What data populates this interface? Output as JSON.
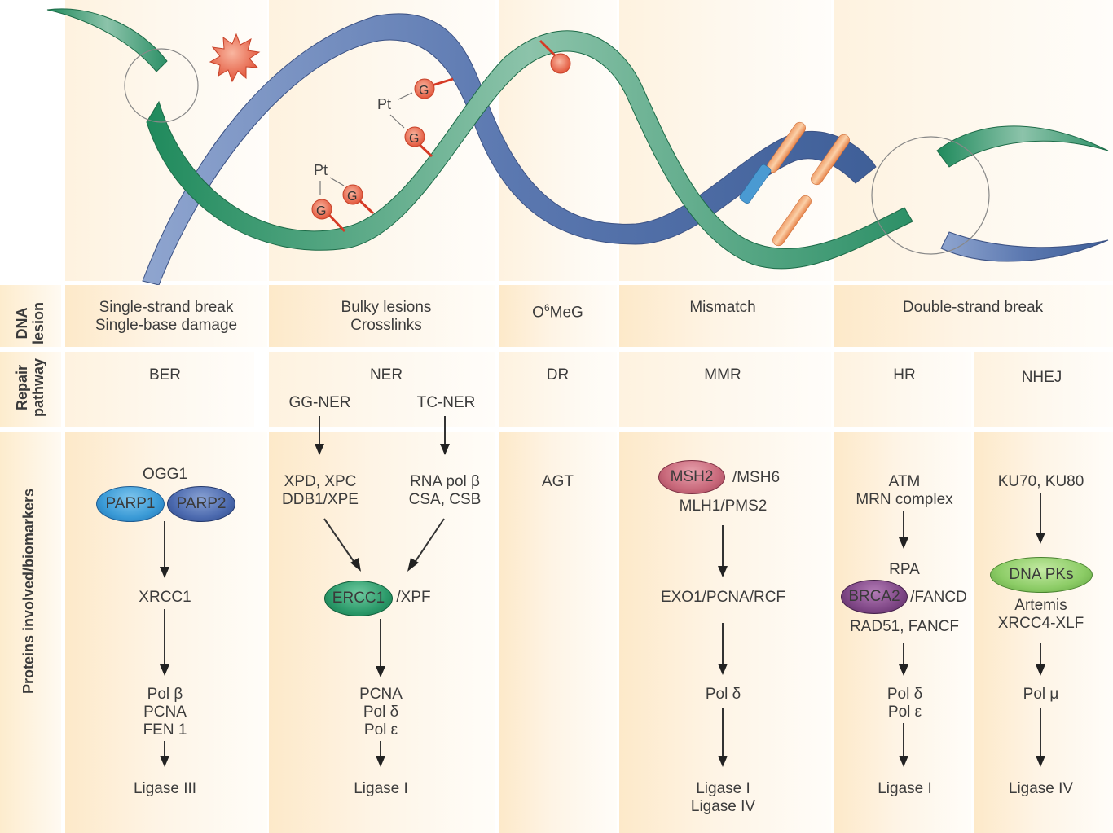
{
  "row_labels": {
    "lesion": [
      "DNA",
      "lesion"
    ],
    "pathway": [
      "Repair",
      "pathway"
    ],
    "proteins": "Proteins involved/biomarkers"
  },
  "illustration": {
    "labels": {
      "pt1": "Pt",
      "pt2": "Pt",
      "g": "G"
    }
  },
  "columns": {
    "ber": {
      "lesion": [
        "Single-strand break",
        "Single-base damage"
      ],
      "pathway": "BER",
      "proteins": {
        "top": "OGG1",
        "oval1": "PARP1",
        "oval2": "PARP2",
        "step2": "XRCC1",
        "step3": [
          "Pol β",
          "PCNA",
          "FEN 1"
        ],
        "step4": "Ligase III"
      }
    },
    "ner": {
      "lesion": [
        "Bulky lesions",
        "Crosslinks"
      ],
      "pathway": "NER",
      "subpathways": [
        "GG-NER",
        "TC-NER"
      ],
      "proteins": {
        "gg": [
          "XPD, XPC",
          "DDB1/XPE"
        ],
        "tc": [
          "RNA pol β",
          "CSA, CSB"
        ],
        "oval": "ERCC1",
        "oval_suffix": "/XPF",
        "step3": [
          "PCNA",
          "Pol δ",
          "Pol ε"
        ],
        "step4": "Ligase I"
      }
    },
    "dr": {
      "lesion_base": "O",
      "lesion_sup": "6",
      "lesion_rest": "MeG",
      "pathway": "DR",
      "proteins": {
        "top": "AGT"
      }
    },
    "mmr": {
      "lesion": "Mismatch",
      "pathway": "MMR",
      "proteins": {
        "oval": "MSH2",
        "oval_suffix": "/MSH6",
        "line2": "MLH1/PMS2",
        "step2": "EXO1/PCNA/RCF",
        "step3": "Pol δ",
        "step4": [
          "Ligase I",
          "Ligase IV"
        ]
      }
    },
    "dsb": {
      "lesion": "Double-strand break",
      "hr": {
        "pathway": "HR",
        "top": [
          "ATM",
          "MRN complex"
        ],
        "rpa": "RPA",
        "oval": "BRCA2",
        "oval_suffix": "/FANCD",
        "line3": "RAD51, FANCF",
        "step3": [
          "Pol δ",
          "Pol ε"
        ],
        "step4": "Ligase I"
      },
      "nhej": {
        "pathway": "NHEJ",
        "top": "KU70, KU80",
        "oval": "DNA PKs",
        "line2": [
          "Artemis",
          "XRCC4-XLF"
        ],
        "step3": "Pol μ",
        "step4": "Ligase IV"
      }
    }
  },
  "colors": {
    "strand_green": "#3d9a78",
    "strand_blue": "#5a78ad",
    "lesion_red": "#e2553a",
    "cell_tan": "#fde9c9"
  }
}
